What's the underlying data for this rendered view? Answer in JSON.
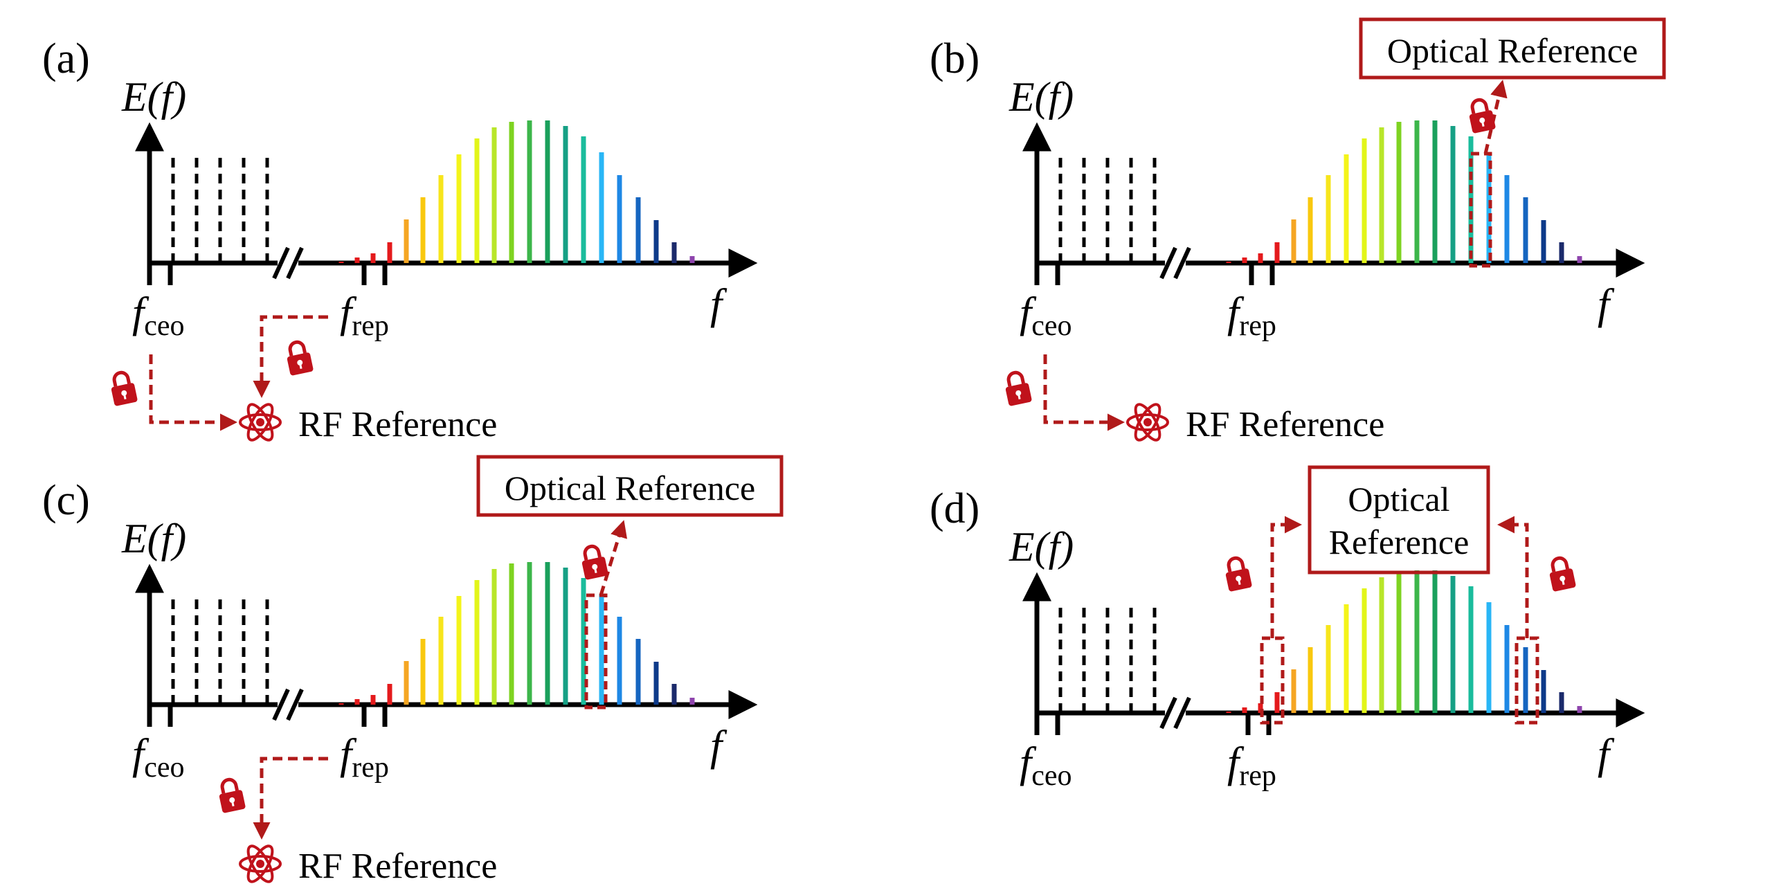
{
  "panels": [
    {
      "label": "(a)",
      "axis_y": "E(f)",
      "axis_x": "f",
      "f_ceo_main": "f",
      "f_ceo_sub": "ceo",
      "f_rep_main": "f",
      "f_rep_sub": "rep",
      "rf_reference": "RF Reference",
      "optical_reference_lines": []
    },
    {
      "label": "(b)",
      "axis_y": "E(f)",
      "axis_x": "f",
      "f_ceo_main": "f",
      "f_ceo_sub": "ceo",
      "f_rep_main": "f",
      "f_rep_sub": "rep",
      "rf_reference": "RF Reference",
      "optical_reference_lines": [
        "Optical Reference"
      ]
    },
    {
      "label": "(c)",
      "axis_y": "E(f)",
      "axis_x": "f",
      "f_ceo_main": "f",
      "f_ceo_sub": "ceo",
      "f_rep_main": "f",
      "f_rep_sub": "rep",
      "rf_reference": "RF Reference",
      "optical_reference_lines": [
        "Optical Reference"
      ]
    },
    {
      "label": "(d)",
      "axis_y": "E(f)",
      "axis_x": "f",
      "f_ceo_main": "f",
      "f_ceo_sub": "ceo",
      "f_rep_main": "f",
      "f_rep_sub": "rep",
      "rf_reference": "",
      "optical_reference_lines": [
        "Optical",
        "Reference"
      ]
    }
  ],
  "colors": {
    "lock": "#c0121b",
    "dashed_arrow": "#b01a1a",
    "reference_box": "#b01a1a",
    "axis": "#000000",
    "comb_lines": [
      "#e41a1c",
      "#f5a623",
      "#f9c80e",
      "#f7e51c",
      "#f4f41a",
      "#e2f51a",
      "#b8e62a",
      "#7ed321",
      "#3cb64a",
      "#1aa05c",
      "#16a085",
      "#1abc9c",
      "#29b6f6",
      "#1e88e5",
      "#1565c0",
      "#0d3a8a",
      "#1b2a6b",
      "#8e44ad"
    ],
    "icon_names": [
      "lock-icon",
      "atom-icon"
    ]
  }
}
